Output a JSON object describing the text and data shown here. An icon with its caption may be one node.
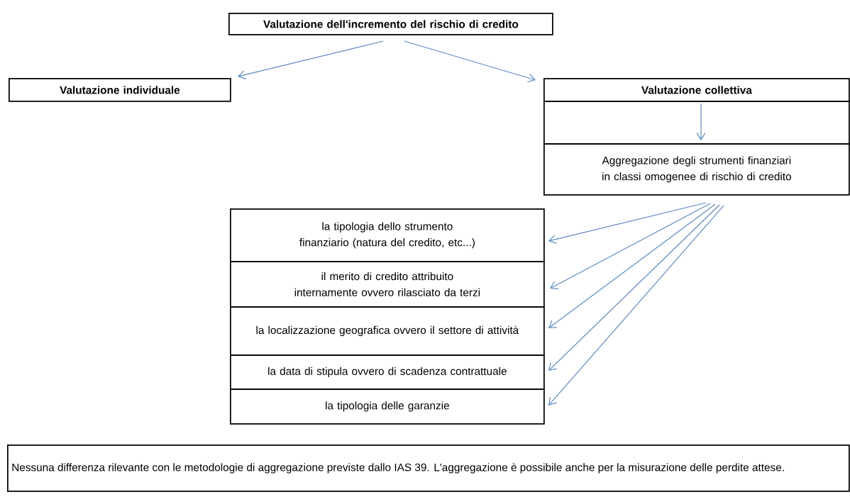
{
  "diagram": {
    "nodes": [
      {
        "text": [
          "Valutazione dell'incremento del rischio di credito"
        ]
      },
      {
        "text": [
          "Valutazione individuale"
        ]
      },
      {
        "text": [
          "Valutazione collettiva"
        ]
      },
      {
        "text": [],
        "shape": "box"
      },
      {
        "text": [
          "Aggregazione degli strumenti finanziari in classi omogenee di rischio di credito"
        ]
      },
      {
        "text": [
          "la tipologia dello strumento finanziario (natura del credito, etc...)"
        ]
      },
      {
        "text": [
          "il merito di credito attribuito internamente ovvero rilasciato da terzi"
        ]
      },
      {
        "text": [
          "la localizzazione geografica ovvero il settore di attività"
        ]
      },
      {
        "text": [
          "la data di stipula ovvero di scadenza contrattuale"
        ]
      },
      {
        "text": [
          "la tipologia delle garanzie"
        ]
      },
      {
        "text": [
          "Nessuna differenza rilevante con le metodologie di aggregazione previste dallo IAS 39. L'aggregazione è possibile anche per la misurazione delle perdite attese."
        ]
      }
    ],
    "edges": [
      {
        "from": 0,
        "to": 1,
        "arrow": "to"
      },
      {
        "from": 0,
        "to": 2,
        "arrow": "to"
      },
      {
        "from": 3,
        "to": 4,
        "arrow": "to"
      },
      {
        "from": 4,
        "to": 5,
        "arrow": "to"
      },
      {
        "from": 4,
        "to": 6,
        "arrow": "to"
      },
      {
        "from": 4,
        "to": 7,
        "arrow": "to"
      },
      {
        "from": 4,
        "to": 8,
        "arrow": "to"
      },
      {
        "from": 4,
        "to": 9,
        "arrow": "to"
      }
    ]
  }
}
